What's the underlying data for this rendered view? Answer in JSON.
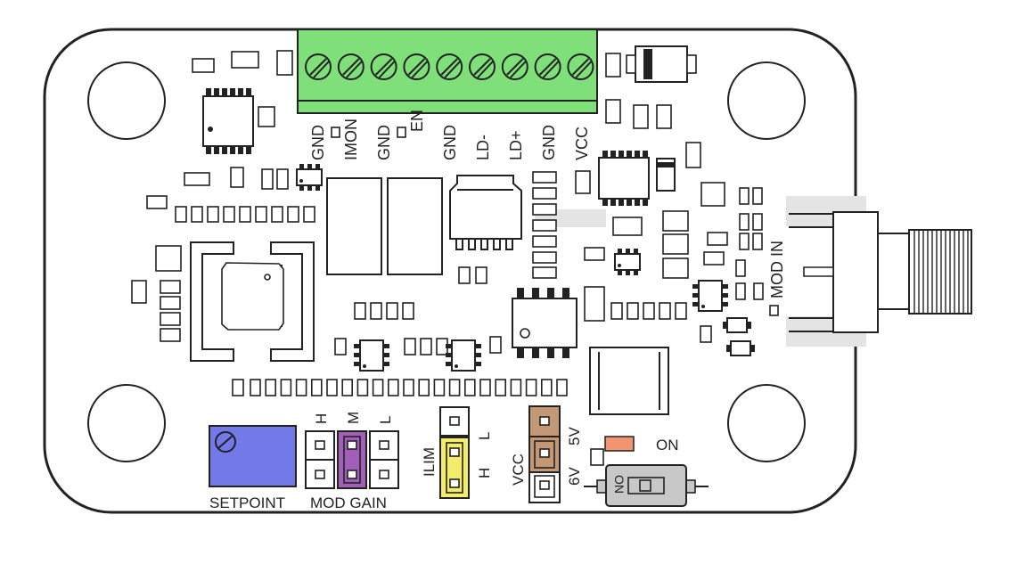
{
  "board": {
    "outline_color": "#222222",
    "fill_color": "#ffffff"
  },
  "terminal_block": {
    "color": "#7fe07a",
    "pins": [
      "GND",
      "IMON",
      "GND",
      "EN",
      "GND",
      "LD-",
      "LD+",
      "GND",
      "VCC"
    ]
  },
  "labels": {
    "mod_in": "MOD IN",
    "setpoint": "SETPOINT",
    "mod_gain": "MOD GAIN",
    "ilim": "ILIM",
    "vcc": "VCC",
    "on": "ON",
    "switch_on": "ON"
  },
  "jumpers": {
    "mod_gain": {
      "options": [
        "H",
        "M",
        "L"
      ],
      "color": "#a15fb8"
    },
    "ilim": {
      "options": [
        "L",
        "H"
      ],
      "color": "#f3ec6e"
    },
    "vcc": {
      "options": [
        "5V",
        "6V"
      ],
      "color": "#c29875"
    }
  },
  "potentiometer": {
    "color": "#7479ea"
  },
  "led": {
    "color": "#f29471"
  }
}
